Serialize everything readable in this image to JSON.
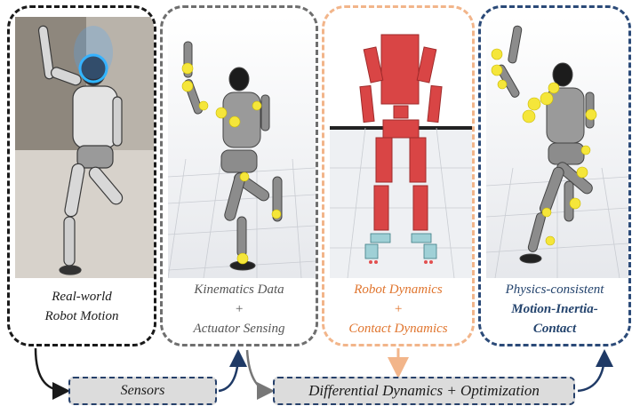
{
  "panels": [
    {
      "caption": [
        "Real-world",
        "Robot Motion"
      ]
    },
    {
      "caption": [
        "Kinematics Data",
        "+",
        "Actuator Sensing"
      ]
    },
    {
      "caption": [
        "Robot Dynamics",
        "+",
        "Contact Dynamics"
      ]
    },
    {
      "caption": [
        "Physics-consistent",
        "Motion-Inertia-",
        "Contact"
      ]
    }
  ],
  "boxes": {
    "sensors": "Sensors",
    "optimization": "Differential Dynamics + Optimization"
  },
  "colors": {
    "panel_black": "#1a1a1a",
    "panel_gray": "#6f6f6f",
    "panel_orange": "#f2b58a",
    "panel_navy": "#2b4a78",
    "marker_yellow": "#f5e63a",
    "box_red": "#d94545"
  }
}
